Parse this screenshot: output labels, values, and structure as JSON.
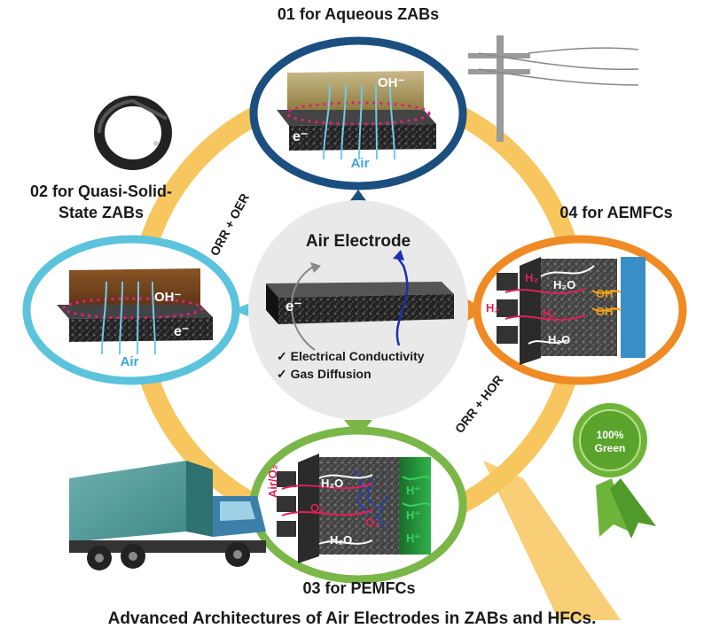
{
  "sections": {
    "aqueous": {
      "title": "01 for Aqueous ZABs",
      "ion": "OH⁻",
      "electron": "e⁻",
      "air": "Air"
    },
    "quasi_solid": {
      "title_line1": "02 for Quasi-Solid-",
      "title_line2": "State ZABs",
      "ion": "OH⁻",
      "electron": "e⁻",
      "air": "Air"
    },
    "pemfc": {
      "title": "03 for PEMFCs",
      "feed": "Air/O₂",
      "oxygen": "O₂",
      "water": "H₂O",
      "proton": "H⁺"
    },
    "aemfc": {
      "title": "04 for AEMFCs",
      "fuel": "H₂",
      "water": "H₂O",
      "ion": "OH⁻"
    }
  },
  "center": {
    "title": "Air Electrode",
    "electron": "e⁻",
    "checks": [
      "✓ Electrical Conductivity",
      "✓ Gas Diffusion"
    ]
  },
  "arc_labels": {
    "orr_oer": "ORR + OER",
    "orr_hor": "ORR + HOR"
  },
  "badge": {
    "line1": "100%",
    "line2": "Green"
  },
  "caption": "Advanced Architectures of Air Electrodes in ZABs and HFCs.",
  "colors": {
    "ring": "#f7c65e",
    "aqueous_ring": "#1b4f80",
    "quasi_ring": "#5bc3dc",
    "pemfc_ring": "#7ab648",
    "aemfc_ring": "#f08a24",
    "center_disc": "#e9e9e9",
    "badge": "#6fb43a"
  }
}
